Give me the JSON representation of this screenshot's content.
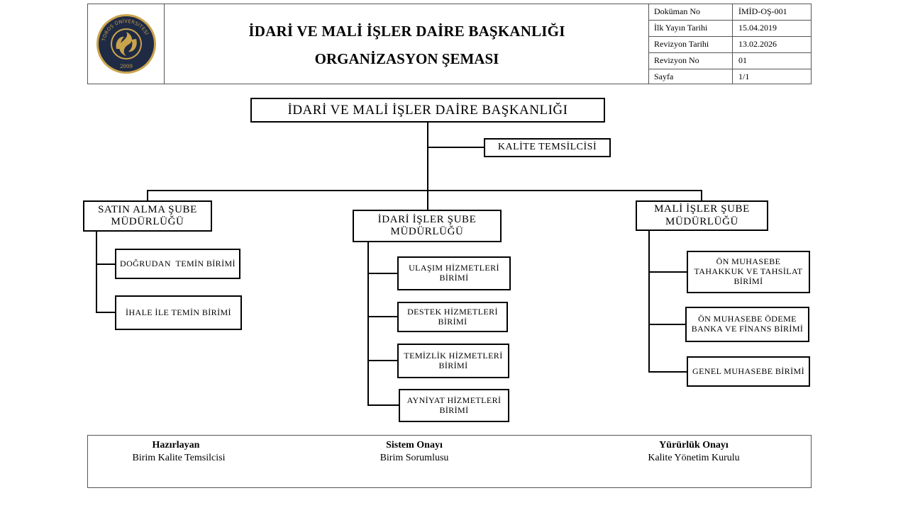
{
  "header": {
    "logo": {
      "ring_text": "TOROS ÜNİVERSİTESİ",
      "year": "2009",
      "colors": {
        "navy": "#1f2a44",
        "gold": "#c9a44c"
      }
    },
    "title_line1": "İDARİ VE MALİ İŞLER DAİRE BAŞKANLIĞI",
    "title_line2": "ORGANİZASYON ŞEMASI",
    "meta": [
      {
        "label": "Doküman No",
        "value": "İMİD-OŞ-001"
      },
      {
        "label": "İlk Yayın Tarihi",
        "value": "15.04.2019"
      },
      {
        "label": "Revizyon Tarihi",
        "value": "13.02.2026"
      },
      {
        "label": "Revizyon No",
        "value": "01"
      },
      {
        "label": "Sayfa",
        "value": "1/1"
      }
    ]
  },
  "chart": {
    "root": "İDARİ VE MALİ İŞLER DAİRE BAŞKANLIĞI",
    "quality_rep": "KALİTE TEMSİLCİSİ",
    "departments": [
      {
        "line1": "SATIN ALMA ŞUBE",
        "line2": "MÜDÜRLÜĞÜ",
        "units": [
          {
            "lines": [
              "DOĞRUDAN  TEMİN BİRİMİ"
            ]
          },
          {
            "lines": [
              "İHALE İLE TEMİN BİRİMİ"
            ]
          }
        ]
      },
      {
        "line1": "İDARİ İŞLER ŞUBE",
        "line2": "MÜDÜRLÜĞÜ",
        "units": [
          {
            "lines": [
              "ULAŞIM HİZMETLERİ",
              "BİRİMİ"
            ]
          },
          {
            "lines": [
              "DESTEK HİZMETLERİ",
              "BİRİMİ"
            ]
          },
          {
            "lines": [
              "TEMİZLİK HİZMETLERİ",
              "BİRİMİ"
            ]
          },
          {
            "lines": [
              "AYNİYAT HİZMETLERİ",
              "BİRİMİ"
            ]
          }
        ]
      },
      {
        "line1": "MALİ İŞLER ŞUBE",
        "line2": "MÜDÜRLÜĞÜ",
        "units": [
          {
            "lines": [
              "ÖN MUHASEBE",
              "TAHAKKUK VE TAHSİLAT",
              "BİRİMİ"
            ]
          },
          {
            "lines": [
              "ÖN MUHASEBE ÖDEME",
              "BANKA VE FİNANS BİRİMİ"
            ]
          },
          {
            "lines": [
              "GENEL MUHASEBE BİRİMİ"
            ]
          }
        ]
      }
    ]
  },
  "footer": {
    "signatures": [
      {
        "title": "Hazırlayan",
        "name": "Birim Kalite Temsilcisi"
      },
      {
        "title": "Sistem Onayı",
        "name": "Birim Sorumlusu"
      },
      {
        "title": "Yürürlük Onayı",
        "name": "Kalite Yönetim Kurulu"
      }
    ]
  }
}
